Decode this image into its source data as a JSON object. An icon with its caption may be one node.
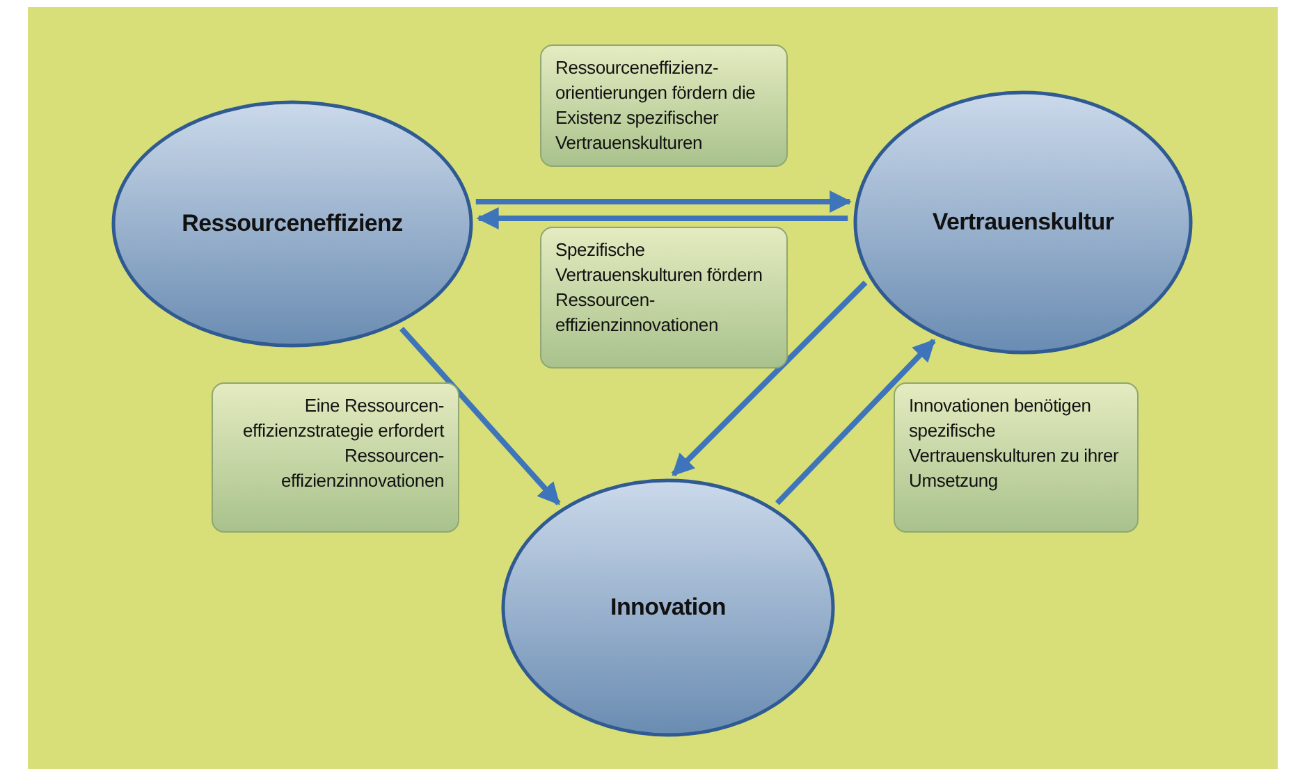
{
  "diagram": {
    "nodes": [
      {
        "text": [
          "Ressourceneffizienz"
        ]
      },
      {
        "text": [
          "Vertrauenskultur"
        ]
      },
      {
        "text": [
          "Innovation"
        ]
      }
    ],
    "edges": [
      {
        "from": 0,
        "to": 1,
        "arrow": "to",
        "label": "Ressourceneffizienz- orientierungen fördern die Existenz spezifischer Vertrauenskulturen"
      },
      {
        "from": 1,
        "to": 0,
        "arrow": "to",
        "label": "Spezifische Vertrauenskulturen fördern Ressourcen- effizienzinnovationen"
      },
      {
        "from": 0,
        "to": 2,
        "arrow": "to",
        "label": "Eine Ressourcen- effizienzstrategie erfordert Ressourcen- effizienzinnovationen"
      },
      {
        "from": 1,
        "to": 2,
        "arrow": "to"
      },
      {
        "from": 2,
        "to": 1,
        "arrow": "to",
        "label": "Innovationen benötigen spezifische Vertrauenskulturen zu ihrer Umsetzung"
      }
    ]
  }
}
